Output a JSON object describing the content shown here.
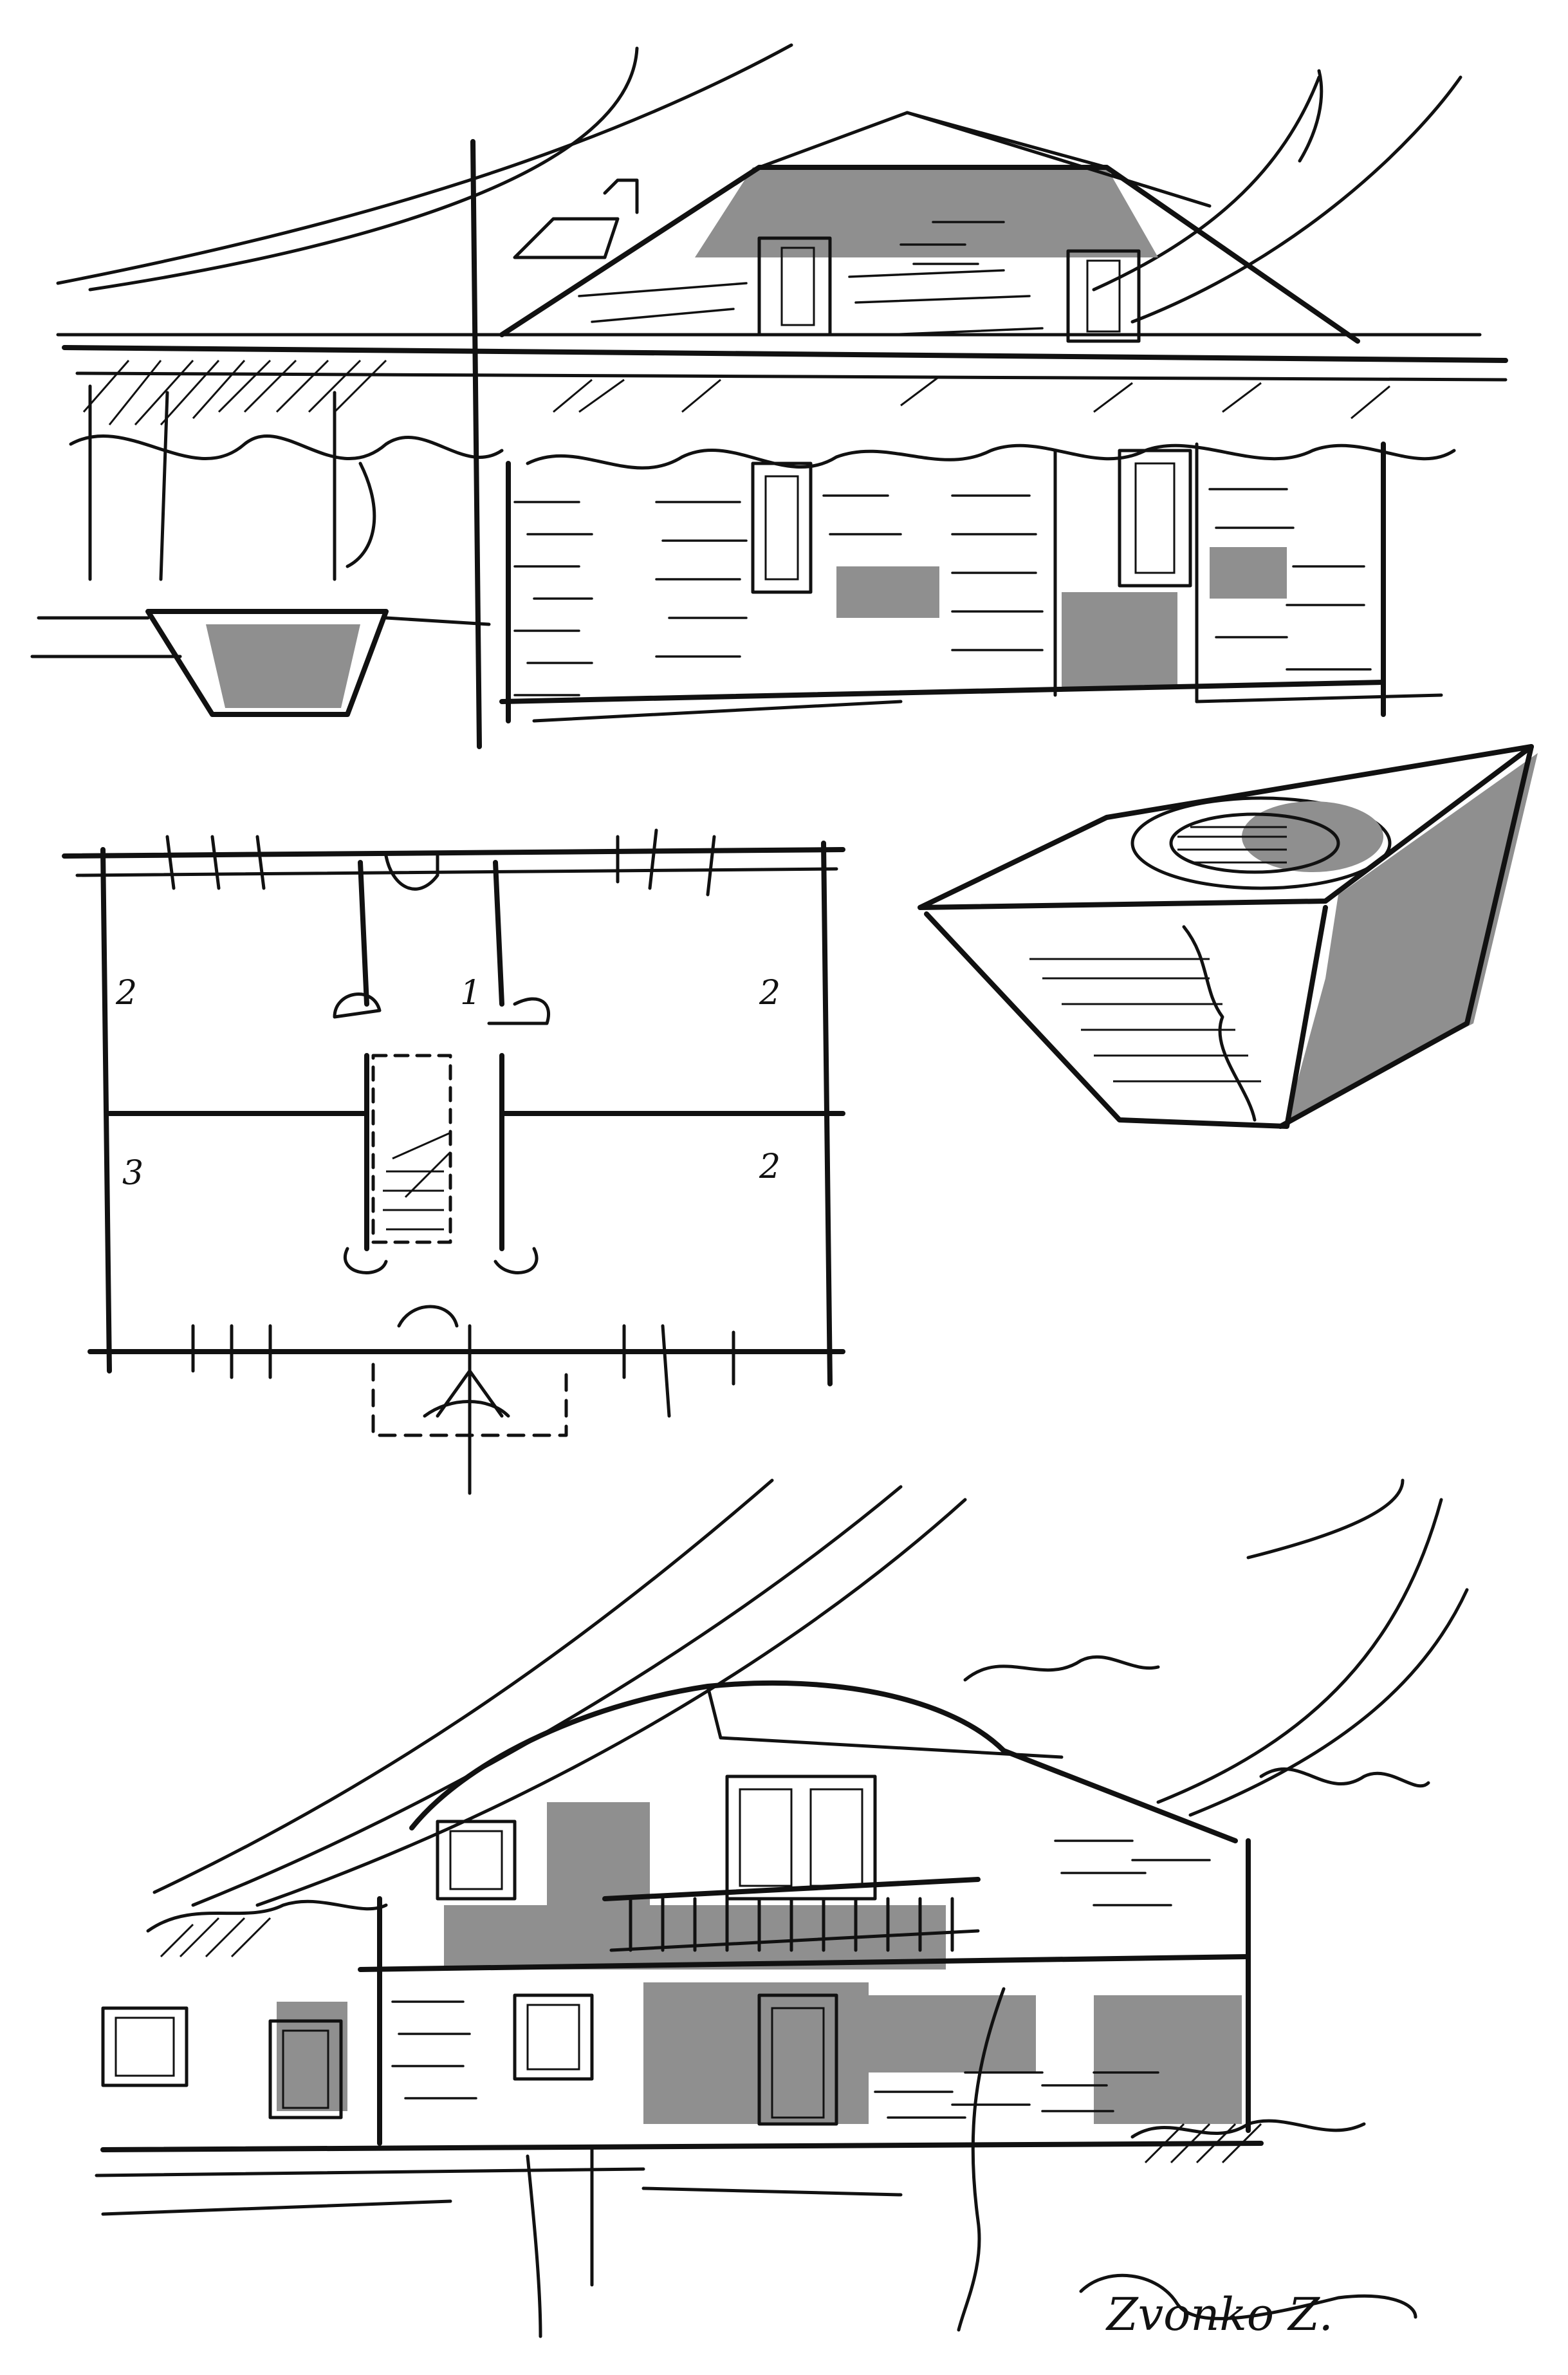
{
  "plan": {
    "room_labels": [
      "2",
      "1",
      "2",
      "3",
      "2"
    ]
  },
  "signature": "Zvonko Z.",
  "colors": {
    "ink": "#111111",
    "wash": "#8f8f8f",
    "paper": "#ffffff"
  }
}
